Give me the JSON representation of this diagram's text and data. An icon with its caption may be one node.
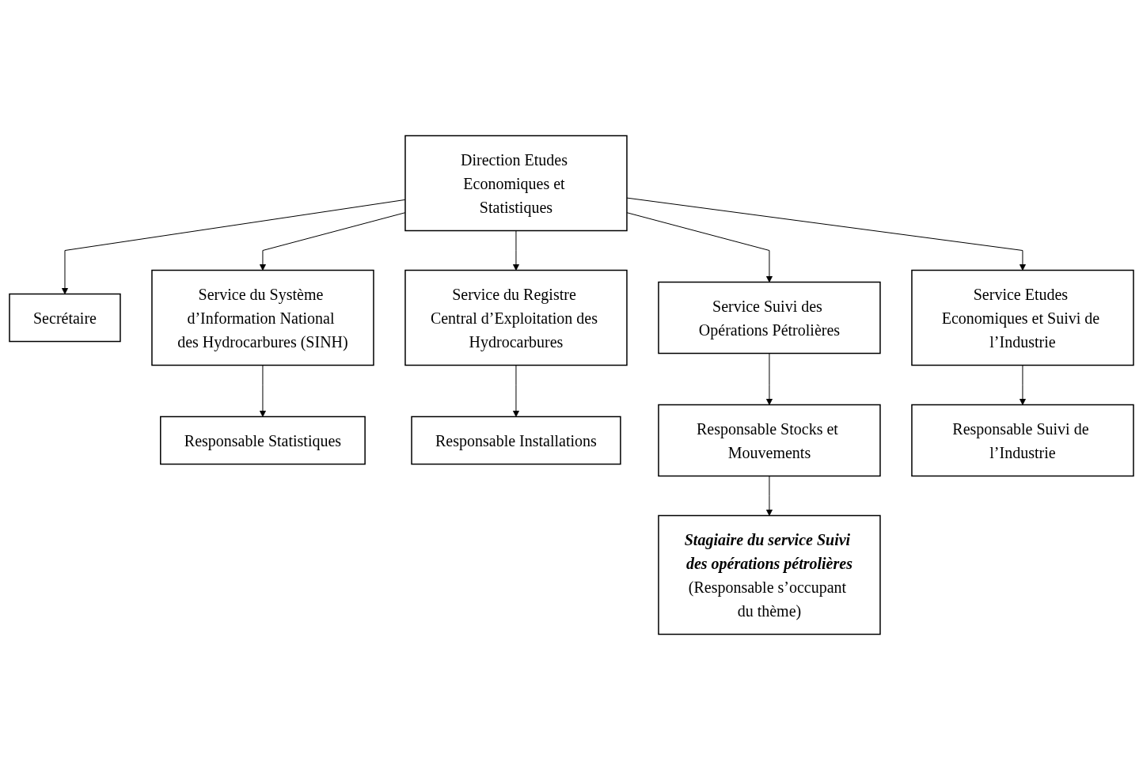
{
  "diagram": {
    "nodes": [
      {
        "text": [
          "Direction Etudes Economiques et Statistiques"
        ]
      },
      {
        "text": [
          "Secrétaire"
        ]
      },
      {
        "text": [
          "Service du Système d’Information National des Hydrocarbures (SINH)"
        ]
      },
      {
        "text": [
          "Service du Registre Central d’Exploitation des Hydrocarbures"
        ]
      },
      {
        "text": [
          "Service Suivi des Opérations Pétrolières"
        ]
      },
      {
        "text": [
          "Service Etudes Economiques et Suivi de l’Industrie"
        ]
      },
      {
        "text": [
          "Responsable Statistiques"
        ]
      },
      {
        "text": [
          "Responsable Installations"
        ]
      },
      {
        "text": [
          "Responsable Stocks et Mouvements"
        ]
      },
      {
        "text": [
          "Stagiaire du service Suivi des opérations pétrolières",
          "(Responsable s’occupant du thème)"
        ]
      },
      {
        "text": [
          "Responsable Suivi de l’Industrie"
        ]
      }
    ],
    "edges": [
      {
        "from": 0,
        "to": 1,
        "arrow": "to"
      },
      {
        "from": 0,
        "to": 2,
        "arrow": "to"
      },
      {
        "from": 0,
        "to": 3,
        "arrow": "to"
      },
      {
        "from": 0,
        "to": 4,
        "arrow": "to"
      },
      {
        "from": 0,
        "to": 5,
        "arrow": "to"
      },
      {
        "from": 2,
        "to": 6,
        "arrow": "to"
      },
      {
        "from": 3,
        "to": 7,
        "arrow": "to"
      },
      {
        "from": 4,
        "to": 8,
        "arrow": "to"
      },
      {
        "from": 8,
        "to": 9,
        "arrow": "to"
      },
      {
        "from": 5,
        "to": 10,
        "arrow": "to"
      }
    ]
  }
}
